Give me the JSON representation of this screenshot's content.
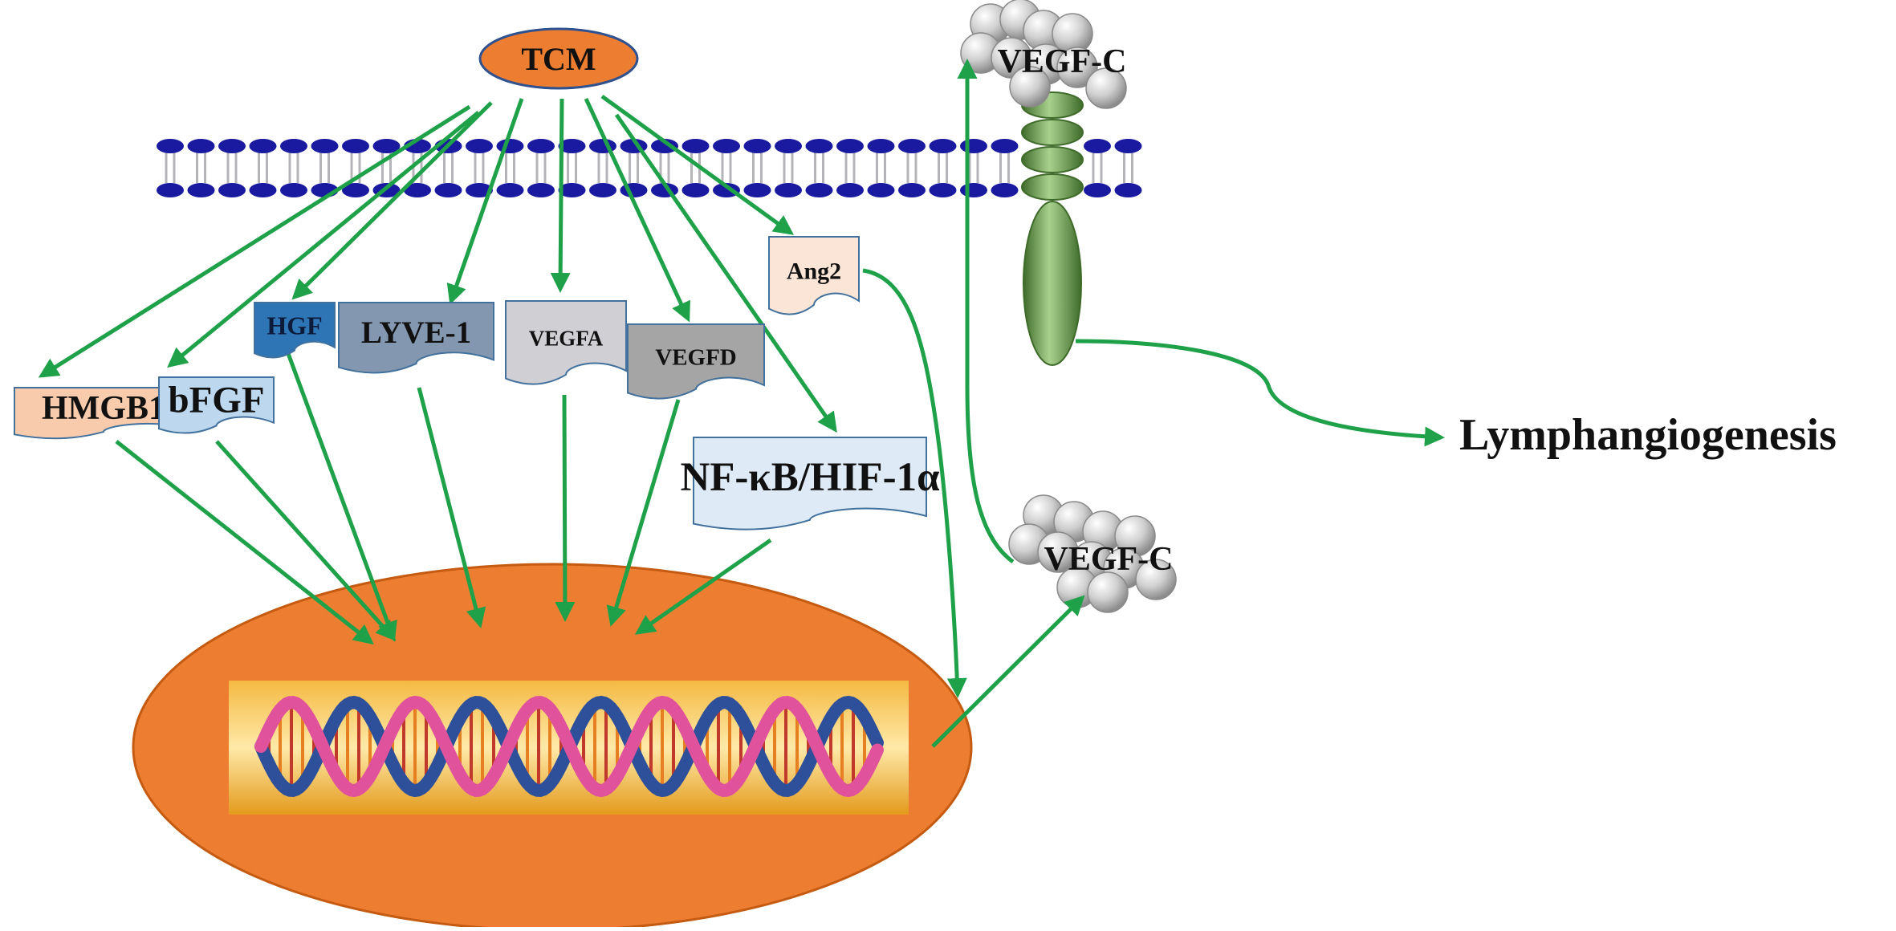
{
  "source": {
    "label": "TCM",
    "fill": "#ED7D31"
  },
  "membrane": {
    "head_color": "#1a1aa0",
    "tail_color": "#b4b4b8"
  },
  "factors": [
    {
      "id": "hmgb1",
      "label": "HMGB1",
      "fill": "#F8CBAD"
    },
    {
      "id": "bfgf",
      "label": "bFGF",
      "fill": "#BDD7EE"
    },
    {
      "id": "hgf",
      "label": "HGF",
      "fill": "#2E75B6"
    },
    {
      "id": "lyve1",
      "label": "LYVE-1",
      "fill": "#8497B0"
    },
    {
      "id": "vegfa",
      "label": "VEGFA",
      "fill": "#D0D0D4"
    },
    {
      "id": "vegfd",
      "label": "VEGFD",
      "fill": "#A5A5A5"
    },
    {
      "id": "ang2",
      "label": "Ang2",
      "fill": "#FBE5D6"
    },
    {
      "id": "nfkb",
      "label": "NF-κB/HIF-1α",
      "fill": "#DEEBF7"
    }
  ],
  "ligand_bound": {
    "label": "VEGF-C"
  },
  "ligand_secreted": {
    "label": "VEGF-C"
  },
  "receptor": {
    "fill": "#70AD47"
  },
  "nucleus": {
    "fill": "#ED7D31"
  },
  "dna": {
    "band_color": "#FFC000"
  },
  "outcome": {
    "label": "Lymphangiogenesis"
  },
  "arrow_color": "#1FA14A"
}
